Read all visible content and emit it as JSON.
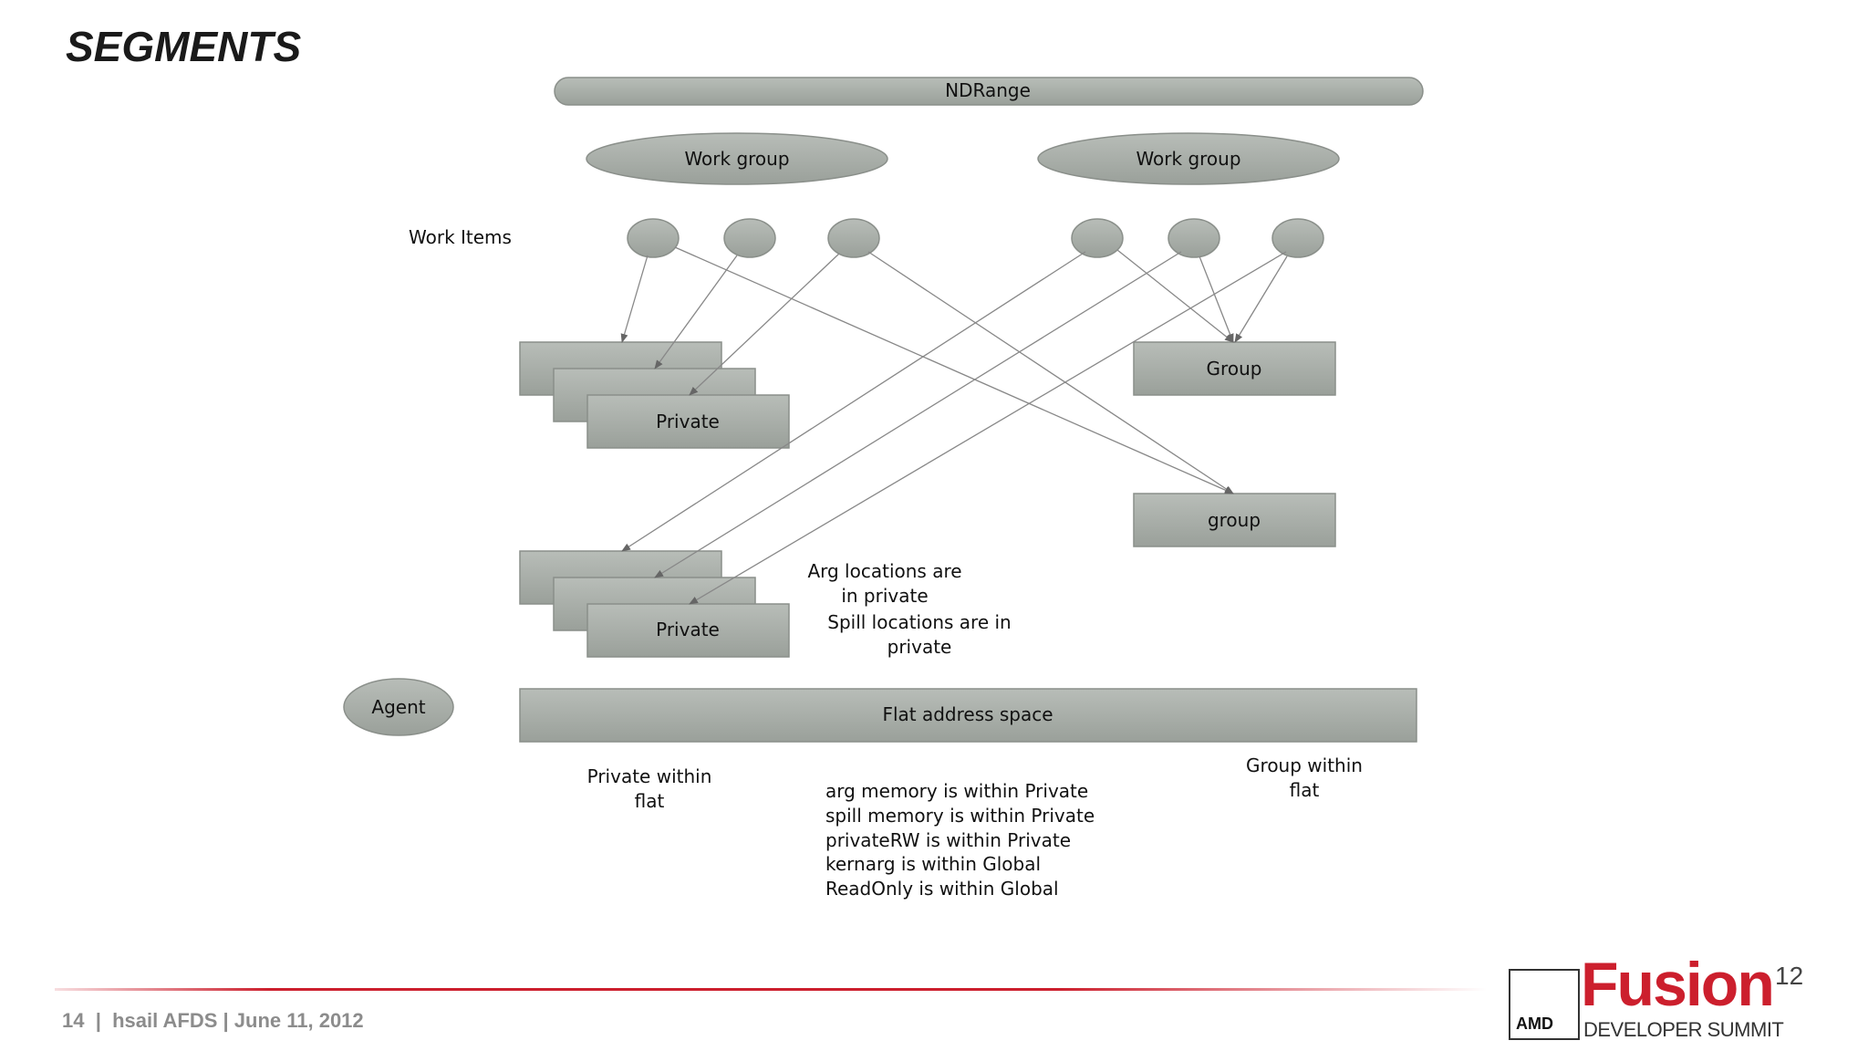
{
  "slide": {
    "title": "SEGMENTS",
    "footer": "14  |  hsail AFDS | June 11, 2012"
  },
  "diagram": {
    "ndrange": "NDRange",
    "work_group_left": "Work group",
    "work_group_right": "Work group",
    "work_items_label": "Work Items",
    "private_top": "Private",
    "private_bottom": "Private",
    "group_top": "Group",
    "group_bottom": "group",
    "agent": "Agent",
    "flat": "Flat address space",
    "arg_note": [
      "Arg locations are",
      "in private"
    ],
    "spill_note": [
      "Spill  locations are in",
      "private"
    ],
    "private_within": [
      "Private within",
      "flat"
    ],
    "group_within": [
      "Group  within",
      "flat"
    ],
    "memory_notes": [
      "arg  memory is within Private",
      "spill memory is within Private",
      "privateRW is within Private",
      "kernarg  is within Global",
      "ReadOnly is within Global"
    ]
  },
  "logo": {
    "brand": "AMD",
    "product": "Fusion",
    "superscript": "12",
    "tagline": "DEVELOPER SUMMIT"
  },
  "colors": {
    "shape_fill": "#a6aba6",
    "accent_red": "#cc1f2d"
  }
}
